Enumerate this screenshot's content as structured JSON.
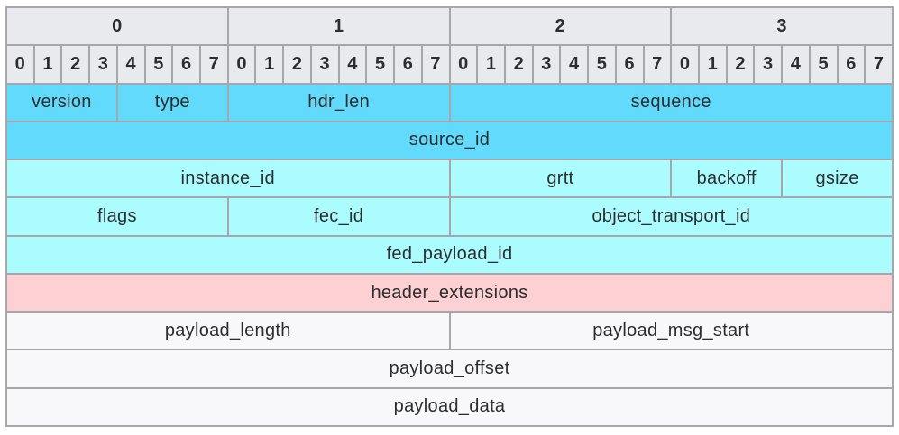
{
  "colors": {
    "byte_header_bg": "#e9eaed",
    "bit_header_bg": "#e9eaed",
    "field_dark_cyan": "#61dafb",
    "field_light_cyan": "#abfcfe",
    "extension_pink": "#fdd0d3",
    "payload_white": "#f8f8fa",
    "border": "#a7a7ab",
    "text": "#2b2d2e"
  },
  "byte_labels": [
    "0",
    "1",
    "2",
    "3"
  ],
  "bit_labels": [
    "0",
    "1",
    "2",
    "3",
    "4",
    "5",
    "6",
    "7"
  ],
  "field_rows": [
    {
      "cells": [
        {
          "label": "version",
          "span": 4,
          "color": "field_dark_cyan"
        },
        {
          "label": "type",
          "span": 4,
          "color": "field_dark_cyan"
        },
        {
          "label": "hdr_len",
          "span": 8,
          "color": "field_dark_cyan"
        },
        {
          "label": "sequence",
          "span": 16,
          "color": "field_dark_cyan"
        }
      ]
    },
    {
      "cells": [
        {
          "label": "source_id",
          "span": 32,
          "color": "field_dark_cyan"
        }
      ]
    },
    {
      "cells": [
        {
          "label": "instance_id",
          "span": 16,
          "color": "field_light_cyan"
        },
        {
          "label": "grtt",
          "span": 8,
          "color": "field_light_cyan"
        },
        {
          "label": "backoff",
          "span": 4,
          "color": "field_light_cyan"
        },
        {
          "label": "gsize",
          "span": 4,
          "color": "field_light_cyan"
        }
      ]
    },
    {
      "cells": [
        {
          "label": "flags",
          "span": 8,
          "color": "field_light_cyan"
        },
        {
          "label": "fec_id",
          "span": 8,
          "color": "field_light_cyan"
        },
        {
          "label": "object_transport_id",
          "span": 16,
          "color": "field_light_cyan"
        }
      ]
    },
    {
      "cells": [
        {
          "label": "fed_payload_id",
          "span": 32,
          "color": "field_light_cyan"
        }
      ]
    },
    {
      "cells": [
        {
          "label": "header_extensions",
          "span": 32,
          "color": "extension_pink"
        }
      ]
    },
    {
      "cells": [
        {
          "label": "payload_length",
          "span": 16,
          "color": "payload_white"
        },
        {
          "label": "payload_msg_start",
          "span": 16,
          "color": "payload_white"
        }
      ]
    },
    {
      "cells": [
        {
          "label": "payload_offset",
          "span": 32,
          "color": "payload_white"
        }
      ]
    },
    {
      "cells": [
        {
          "label": "payload_data",
          "span": 32,
          "color": "payload_white"
        }
      ]
    }
  ]
}
